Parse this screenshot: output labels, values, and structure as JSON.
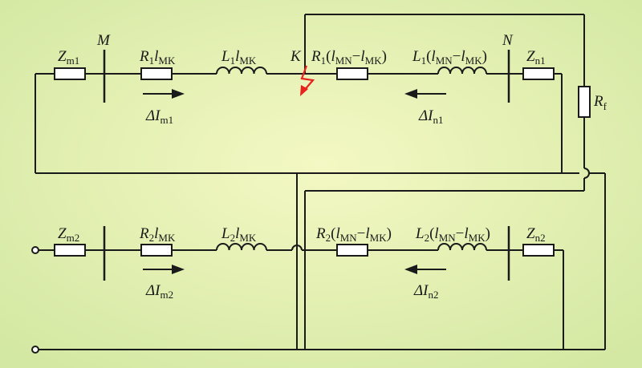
{
  "labels": {
    "bus_m": "M",
    "bus_n": "N",
    "fault_k": "K",
    "zm1": {
      "main": "Z",
      "sub": "m1"
    },
    "zn1": {
      "main": "Z",
      "sub": "n1"
    },
    "zm2": {
      "main": "Z",
      "sub": "m2"
    },
    "zn2": {
      "main": "Z",
      "sub": "n2"
    },
    "rf": {
      "main": "R",
      "sub": "f"
    },
    "r1lmk": {
      "a": "R",
      "a_sub": "1",
      "b": "l",
      "b_sub": "MK"
    },
    "l1lmk": {
      "a": "L",
      "a_sub": "1",
      "b": "l",
      "b_sub": "MK"
    },
    "r2lmk": {
      "a": "R",
      "a_sub": "2",
      "b": "l",
      "b_sub": "MK"
    },
    "l2lmk": {
      "a": "L",
      "a_sub": "2",
      "b": "l",
      "b_sub": "MK"
    },
    "r1lmn": {
      "a": "R",
      "a_sub": "1",
      "open": "(",
      "b": "l",
      "b_sub": "MN",
      "minus": "−",
      "c": "l",
      "c_sub": "MK",
      "close": ")"
    },
    "l1lmn": {
      "a": "L",
      "a_sub": "1",
      "open": "(",
      "b": "l",
      "b_sub": "MN",
      "minus": "−",
      "c": "l",
      "c_sub": "MK",
      "close": ")"
    },
    "r2lmn": {
      "a": "R",
      "a_sub": "2",
      "open": "(",
      "b": "l",
      "b_sub": "MN",
      "minus": "−",
      "c": "l",
      "c_sub": "MK",
      "close": ")"
    },
    "l2lmn": {
      "a": "L",
      "a_sub": "2",
      "open": "(",
      "b": "l",
      "b_sub": "MN",
      "minus": "−",
      "c": "l",
      "c_sub": "MK",
      "close": ")"
    },
    "dim1": {
      "main": "ΔI",
      "sub": "m1"
    },
    "din1": {
      "main": "ΔI",
      "sub": "n1"
    },
    "dim2": {
      "main": "ΔI",
      "sub": "m2"
    },
    "din2": {
      "main": "ΔI",
      "sub": "n2"
    }
  },
  "colors": {
    "background_center": "#f4f8c4",
    "background_edge": "#d3e8a2",
    "wire": "#1a1a1a",
    "fault": "#e8231e"
  }
}
